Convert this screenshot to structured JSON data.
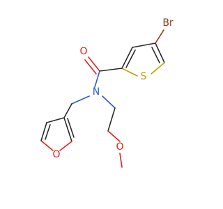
{
  "molecule": {
    "atoms": {
      "br": "Br",
      "o_carbonyl": "O",
      "s": "S",
      "n": "N",
      "o_ether": "O",
      "o_furan": "O"
    },
    "colors": {
      "carbon": "#2b2b2b",
      "bromine": "#8a3b12",
      "oxygen": "#e0201b",
      "sulfur": "#b8a000",
      "nitrogen": "#2b5bd7"
    }
  }
}
